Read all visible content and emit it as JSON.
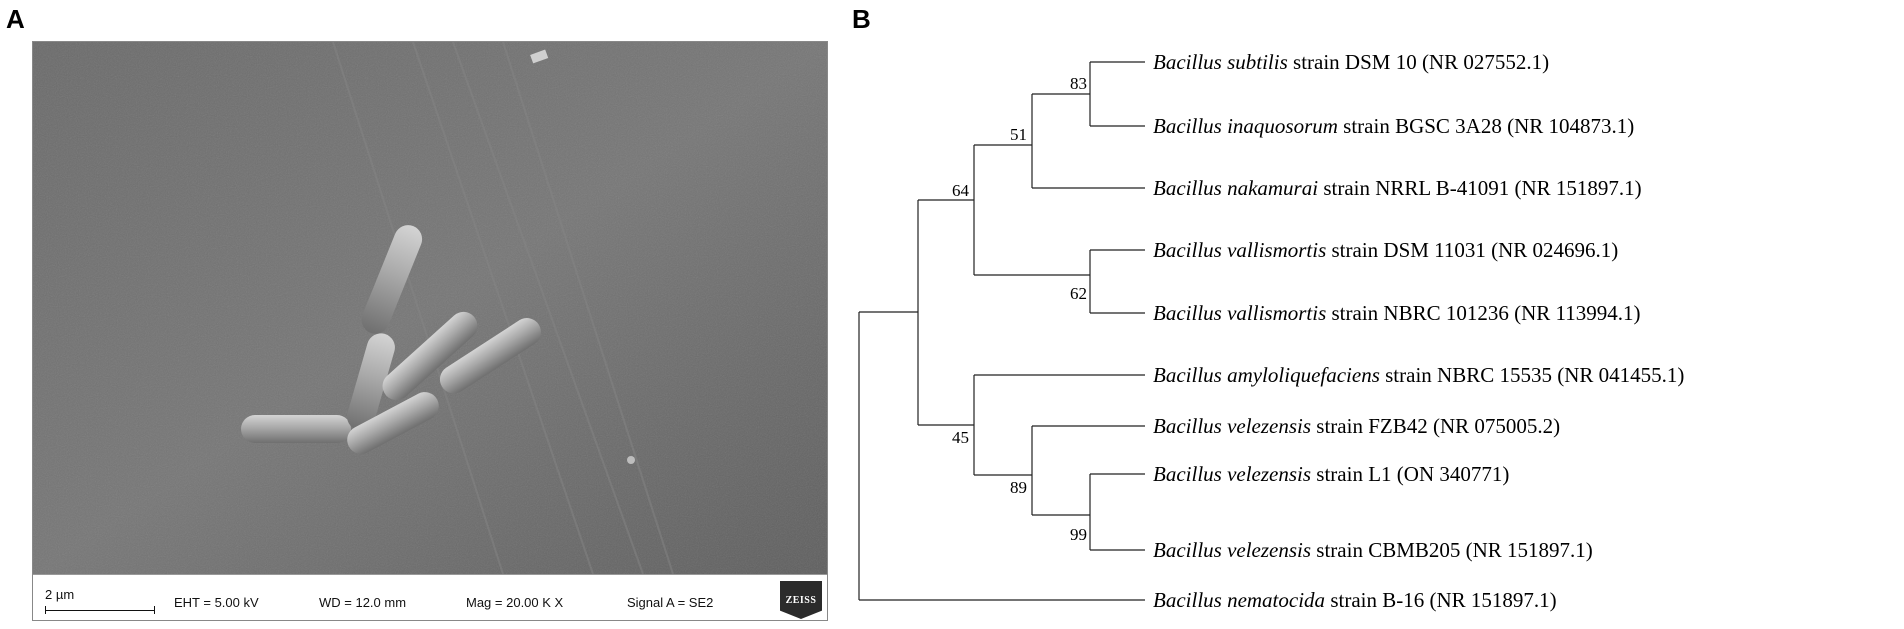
{
  "figure": {
    "panel_a_label": "A",
    "panel_b_label": "B"
  },
  "sem": {
    "scale_bar": "2 µm",
    "eht": "EHT = 5.00 kV",
    "wd": "WD = 12.0 mm",
    "mag": "Mag = 20.00 K X",
    "signal": "Signal A = SE2",
    "logo": "ZEISS"
  },
  "tree": {
    "taxa": [
      {
        "species": "Bacillus subtilis",
        "rest": " strain DSM 10 (NR 027552.1)"
      },
      {
        "species": "Bacillus inaquosorum",
        "rest": " strain BGSC 3A28 (NR 104873.1)"
      },
      {
        "species": "Bacillus nakamurai",
        "rest": " strain NRRL B-41091 (NR 151897.1)"
      },
      {
        "species": "Bacillus vallismortis",
        "rest": " strain DSM 11031 (NR 024696.1)"
      },
      {
        "species": "Bacillus vallismortis",
        "rest": " strain NBRC 101236 (NR 113994.1)"
      },
      {
        "species": "Bacillus amyloliquefaciens",
        "rest": " strain NBRC 15535 (NR 041455.1)"
      },
      {
        "species": "Bacillus velezensis",
        "rest": " strain FZB42  (NR 075005.2)"
      },
      {
        "species": "Bacillus velezensis",
        "rest": " strain L1 (ON 340771)"
      },
      {
        "species": "Bacillus velezensis",
        "rest": " strain CBMB205 (NR 151897.1)"
      },
      {
        "species": "Bacillus nematocida",
        "rest": " strain B-16 (NR 151897.1)"
      }
    ],
    "bootstrap": {
      "n83": "83",
      "n51": "51",
      "n64": "64",
      "n62": "62",
      "n45": "45",
      "n89": "89",
      "n99": "99"
    }
  }
}
